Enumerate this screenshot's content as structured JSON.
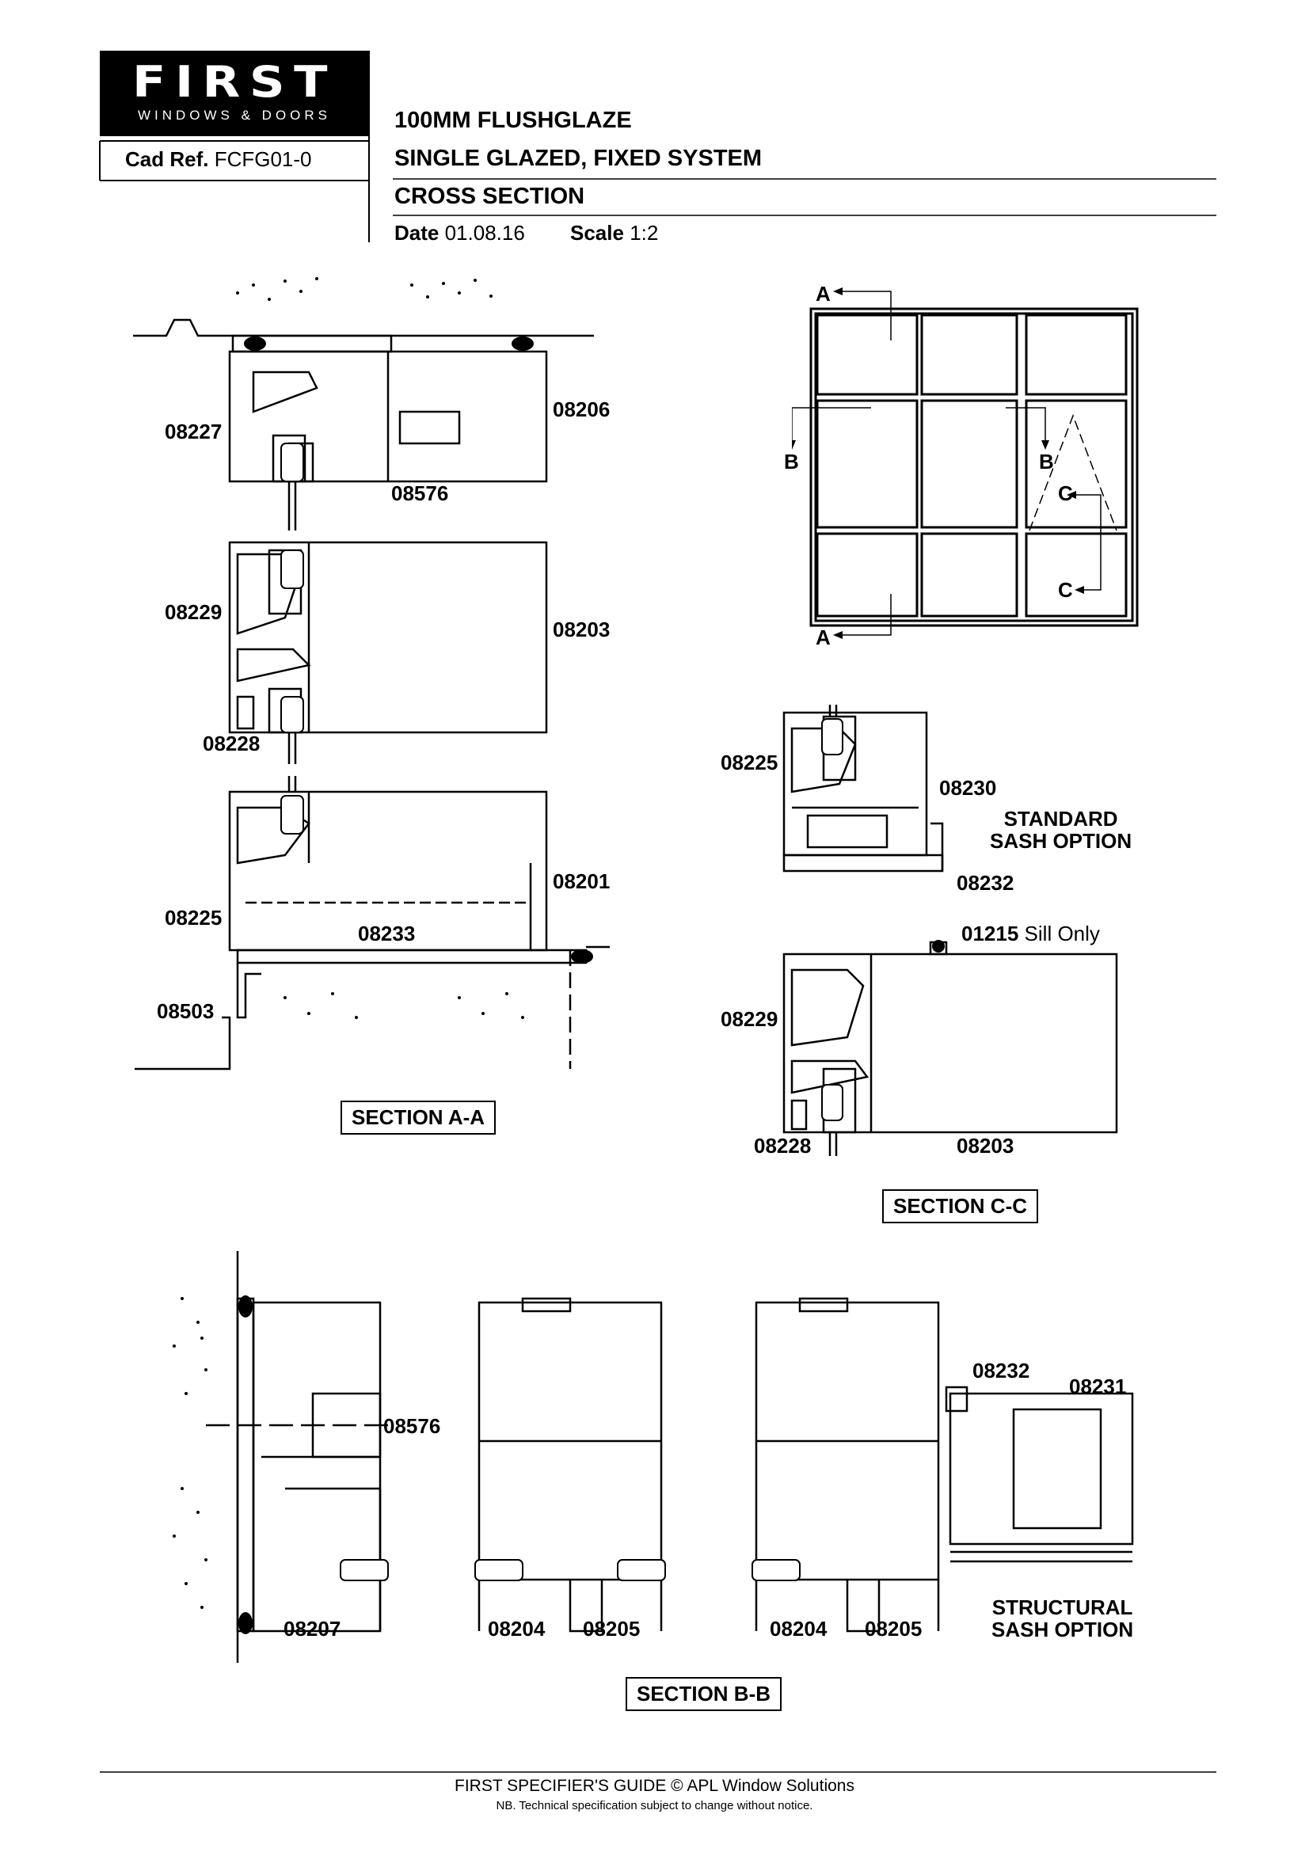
{
  "header": {
    "logo_text": "FIRST",
    "logo_subtext": "WINDOWS & DOORS",
    "cad_ref_label": "Cad Ref.",
    "cad_ref_value": "FCFG01-0",
    "title_line1": "100MM FLUSHGLAZE",
    "title_line2": "SINGLE GLAZED, FIXED SYSTEM",
    "title_line3": "CROSS SECTION",
    "date_label": "Date",
    "date_value": "01.08.16",
    "scale_label": "Scale",
    "scale_value": "1:2"
  },
  "section_aa": {
    "title": "SECTION A-A",
    "labels": [
      "08227",
      "08206",
      "08576",
      "08229",
      "08203",
      "08228",
      "08201",
      "08225",
      "08233",
      "08503"
    ]
  },
  "elevation": {
    "markers": [
      "A",
      "A",
      "B",
      "B",
      "C",
      "C"
    ]
  },
  "section_cc": {
    "title": "SECTION C-C",
    "labels": [
      "08225",
      "08230",
      "08232",
      "08229",
      "08228",
      "08203"
    ],
    "sill_code": "01215",
    "sill_note": "Sill Only",
    "note_line1": "STANDARD",
    "note_line2": "SASH OPTION"
  },
  "section_bb": {
    "title": "SECTION B-B",
    "labels": [
      "08576",
      "08207",
      "08204",
      "08205",
      "08204",
      "08205",
      "08232",
      "08231"
    ],
    "note_line1": "STRUCTURAL",
    "note_line2": "SASH OPTION"
  },
  "footer": {
    "line1": "FIRST SPECIFIER'S GUIDE  © APL Window Solutions",
    "line2": "NB. Technical specification subject to change without notice."
  }
}
